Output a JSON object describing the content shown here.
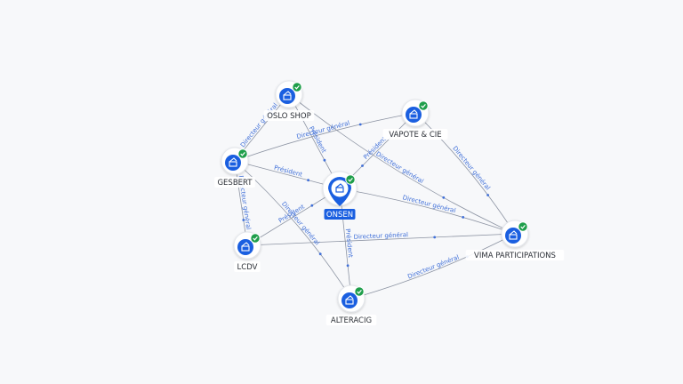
{
  "graph": {
    "center": "ONSEN",
    "nodes": [
      {
        "id": "oslo",
        "label": "OSLO SHOP",
        "icon": "company-icon",
        "status": "verified-check-icon"
      },
      {
        "id": "vapote",
        "label": "VAPOTE & CIE",
        "icon": "company-icon",
        "status": "verified-check-icon"
      },
      {
        "id": "gesbert",
        "label": "GESBERT",
        "icon": "company-icon",
        "status": "verified-check-icon"
      },
      {
        "id": "onsen",
        "label": "ONSEN",
        "icon": "company-icon",
        "status": "verified-check-icon"
      },
      {
        "id": "lcdv",
        "label": "LCDV",
        "icon": "company-icon",
        "status": "verified-check-icon"
      },
      {
        "id": "vima",
        "label": "VIMA PARTICIPATIONS",
        "icon": "company-icon",
        "status": "verified-check-icon"
      },
      {
        "id": "alteracig",
        "label": "ALTERACIG",
        "icon": "company-icon",
        "status": "verified-check-icon"
      }
    ],
    "edges": [
      {
        "from": "oslo",
        "to": "onsen",
        "label": "Président"
      },
      {
        "from": "gesbert",
        "to": "oslo",
        "label": "Directeur général"
      },
      {
        "from": "gesbert",
        "to": "vapote",
        "label": "Directeur général"
      },
      {
        "from": "gesbert",
        "to": "onsen",
        "label": "Président"
      },
      {
        "from": "gesbert",
        "to": "lcdv",
        "label": "Directeur général"
      },
      {
        "from": "gesbert",
        "to": "alteracig",
        "label": "Directeur général"
      },
      {
        "from": "vapote",
        "to": "onsen",
        "label": "Président"
      },
      {
        "from": "vapote",
        "to": "vima",
        "label": "Directeur général"
      },
      {
        "from": "lcdv",
        "to": "onsen",
        "label": "Président"
      },
      {
        "from": "onsen",
        "to": "vima",
        "label": "Directeur général"
      },
      {
        "from": "onsen",
        "to": "alteracig",
        "label": "Président"
      },
      {
        "from": "oslo",
        "to": "vima",
        "label": "Directeur général"
      },
      {
        "from": "lcdv",
        "to": "vima",
        "label": "Directeur général"
      },
      {
        "from": "alteracig",
        "to": "vima",
        "label": "Directeur général"
      }
    ]
  },
  "colors": {
    "accent": "#1a5fe0",
    "check": "#1e9e4a",
    "edge": "#8d94a3",
    "edge_label": "#3f6fd8",
    "node_ring": "#e3e6eb"
  }
}
